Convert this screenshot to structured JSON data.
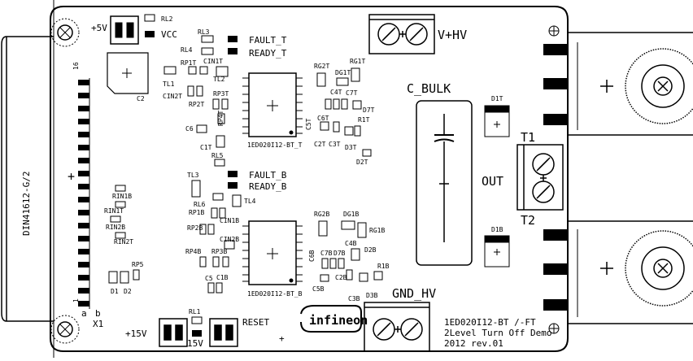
{
  "board": {
    "brand_logo_text": "infineon",
    "title_lines": [
      "1ED020I12-BT /-FT",
      "2Level Turn Off Demo",
      "2012 rev.01"
    ]
  },
  "connectors": {
    "din_label": "DIN41612-G/2",
    "x1_label": "X1",
    "pin_a": "a",
    "pin_b": "b",
    "pin_16": "16",
    "pin_1": "1",
    "vhv_label": "V+HV",
    "gnd_label": "GND_HV",
    "out_label": "OUT",
    "t1_label": "T1",
    "t2_label": "T2",
    "cbulk_label": "C_BULK",
    "p5v_label": "+5V",
    "vcc_label": "VCC",
    "p15v_label": "+15V",
    "p15v_label2": "15V",
    "reset_label": "RESET"
  },
  "signals": {
    "fault_t": "FAULT_T",
    "ready_t": "READY_T",
    "fault_b": "FAULT_B",
    "ready_b": "READY_B"
  },
  "ics": {
    "top": "1ED020I12-BT_T",
    "bottom": "1ED020I12-BT_B"
  },
  "components": {
    "rl2": "RL2",
    "rl3": "RL3",
    "rl4": "RL4",
    "rl1": "RL1",
    "rl5": "RL5",
    "rl6": "RL6",
    "rp1t": "RP1T",
    "cin1t": "CIN1T",
    "tl1": "TL1",
    "tl2": "TL2",
    "cin2t": "CIN2T",
    "rp2t": "RP2T",
    "rp3t": "RP3T",
    "rp4t": "RP4T",
    "c2": "C2",
    "c6": "C6",
    "c1t": "C1T",
    "rg2t": "RG2T",
    "rg1t": "RG1T",
    "dg1t": "DG1T",
    "c4t": "C4T",
    "c7t": "C7T",
    "d7t": "D7T",
    "c6t": "C6T",
    "r1t": "R1T",
    "c5t": "C5T",
    "c2t": "C2T",
    "c3t": "C3T",
    "d3t": "D3T",
    "d2t": "D2T",
    "d1t": "D1T",
    "tl3": "TL3",
    "tl4": "TL4",
    "rp1b": "RP1B",
    "cin1b": "CIN1B",
    "rp2b": "RP2B",
    "cin2b": "CIN2B",
    "rp4b": "RP4B",
    "rp3b": "RP3B",
    "c5": "C5",
    "c1b": "C1B",
    "rg2b": "RG2B",
    "dg1b": "DG1B",
    "rg1b": "RG1B",
    "c4b": "C4B",
    "d2b": "D2B",
    "c6b": "C6B",
    "c7b": "C7B",
    "d7b": "D7B",
    "c2b": "C2B",
    "r1b": "R1B",
    "c5b": "C5B",
    "c3b": "C3B",
    "d3b": "D3B",
    "d1b": "D1B",
    "rin1b": "RIN1B",
    "rin1t": "RIN1T",
    "rin2b": "RIN2B",
    "rin2t": "RIN2T",
    "rp5": "RP5",
    "d1": "D1",
    "d2": "D2"
  }
}
